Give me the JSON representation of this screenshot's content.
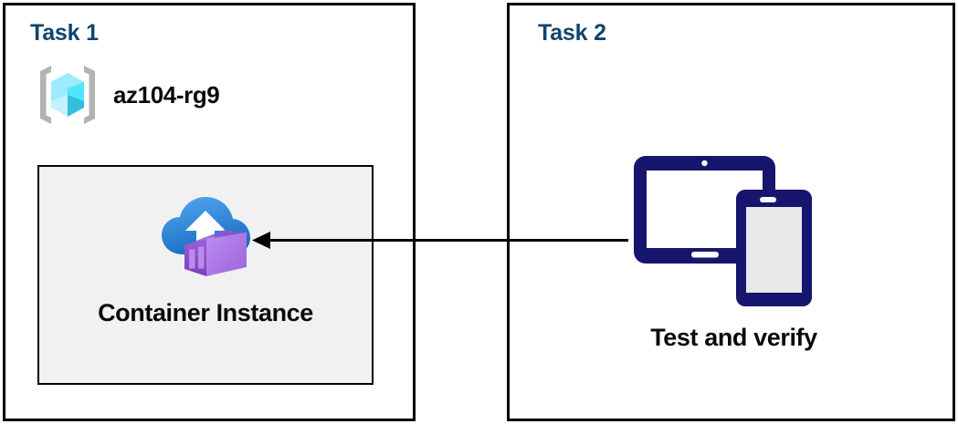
{
  "diagram": {
    "type": "task-flow-diagram",
    "background_color": "#ffffff",
    "title_color": "#10456e",
    "border_color": "#000000",
    "resource_box_fill": "#f1f1f1",
    "device_icon_color": "#16166e",
    "cloud_color": "#2f8ae0",
    "container_color": "#a66ee0",
    "resource_group_icon_color": "#50e6ff"
  },
  "panels": [
    {
      "id": "task1",
      "title": "Task 1",
      "resource_group": {
        "icon": "azure-resource-group-icon",
        "label": "az104-rg9"
      },
      "resource": {
        "icon": "azure-container-instance-icon",
        "label": "Container Instance"
      }
    },
    {
      "id": "task2",
      "title": "Task 2",
      "step": {
        "icon": "devices-tablet-phone-icon",
        "label": "Test and verify"
      }
    }
  ],
  "connector": {
    "name": "arrow-task2-to-task1",
    "direction": "right-to-left",
    "from": "Test and verify",
    "to": "Container Instance",
    "style": "solid-line-with-arrowhead",
    "color": "#000000"
  }
}
